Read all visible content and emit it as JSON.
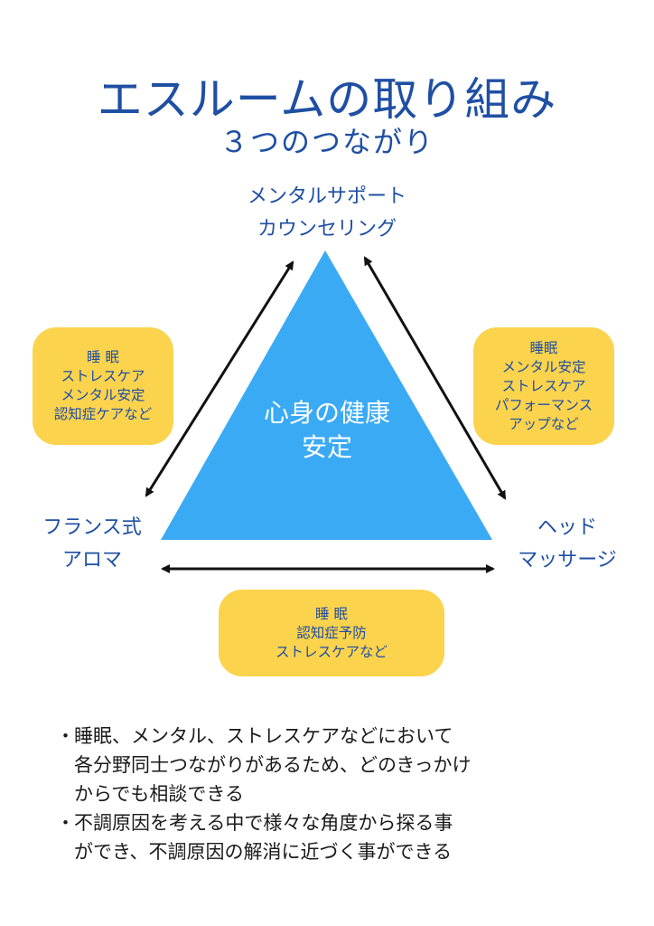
{
  "header": {
    "title": "エスルームの取り組み",
    "subtitle": "３つのつながり"
  },
  "diagram": {
    "center": {
      "lines": [
        "心身の健康",
        "安定"
      ]
    },
    "nodes": {
      "top": [
        "メンタルサポート",
        "カウンセリング"
      ],
      "left": [
        "フランス式",
        "アロマ"
      ],
      "right": [
        "ヘッド",
        "マッサージ"
      ]
    },
    "boxes": {
      "left": [
        "睡 眠",
        "ストレスケア",
        "メンタル安定",
        "認知症ケアなど"
      ],
      "right": [
        "睡眠",
        "メンタル安定",
        "ストレスケア",
        "パフォーマンス",
        "アップなど"
      ],
      "bottom": [
        "睡 眠",
        "認知症予防",
        "ストレスケアなど"
      ]
    },
    "colors": {
      "triangle": "#3aaaf5",
      "box": "#fcd34d",
      "label": "#1f4fa3",
      "arrow": "#111111"
    }
  },
  "notes": [
    {
      "bullet": "・",
      "lines": [
        "睡眠、メンタル、ストレスケアなどにおいて",
        "各分野同士つながりがあるため、どのきっかけ",
        "からでも相談できる"
      ]
    },
    {
      "bullet": "・",
      "lines": [
        "不調原因を考える中で様々な角度から探る事",
        "ができ、不調原因の解消に近づく事ができる"
      ]
    }
  ]
}
